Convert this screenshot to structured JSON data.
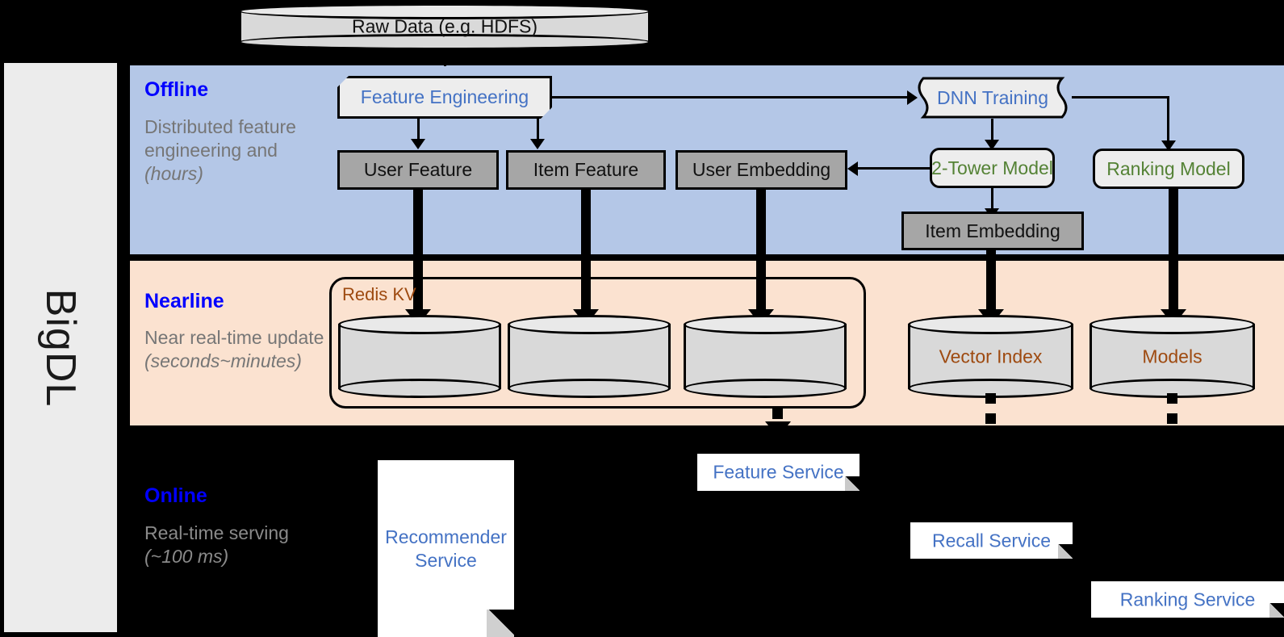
{
  "sidebar": {
    "label": "BigDL"
  },
  "bands": [
    {
      "id": "offline",
      "title": "Offline",
      "subtitle_line1": "Distributed feature engineering and ",
      "subtitle_italic": "(hours)",
      "bg": "#b4c7e7"
    },
    {
      "id": "nearline",
      "title": "Nearline",
      "subtitle_line1": "Near real-time update ",
      "subtitle_italic": "(seconds~minutes)",
      "bg": "#fbe2d0"
    },
    {
      "id": "online",
      "title": "Online",
      "subtitle_line1": "Real-time serving ",
      "subtitle_italic": "(~100 ms)",
      "bg": "#000000"
    }
  ],
  "source": {
    "raw_data": "Raw Data (e.g. HDFS)"
  },
  "offline": {
    "feature_engineering": "Feature Engineering",
    "dnn_training": "DNN Training",
    "user_feature": "User Feature",
    "item_feature": "Item Feature",
    "user_embedding": "User Embedding",
    "two_tower_model": "2-Tower Model",
    "ranking_model": "Ranking Model",
    "item_embedding": "Item Embedding"
  },
  "nearline": {
    "redis_kv": "Redis KV",
    "store_1": "",
    "store_2": "",
    "store_3": "",
    "vector_index": "Vector Index",
    "models": "Models"
  },
  "online": {
    "recommender_service": "Recommender Service",
    "feature_service": "Feature Service",
    "recall_service": "Recall Service",
    "ranking_service": "Ranking Service"
  },
  "colors": {
    "band_offline": "#b4c7e7",
    "band_nearline": "#fbe2d0",
    "band_online": "#000000",
    "title_blue": "#0000ff",
    "label_blue": "#4472c4",
    "label_green": "#548235",
    "label_brown": "#9e4a10",
    "gray_box": "#a6a6a6",
    "light_box": "#ededed",
    "sidebar": "#ececec"
  }
}
